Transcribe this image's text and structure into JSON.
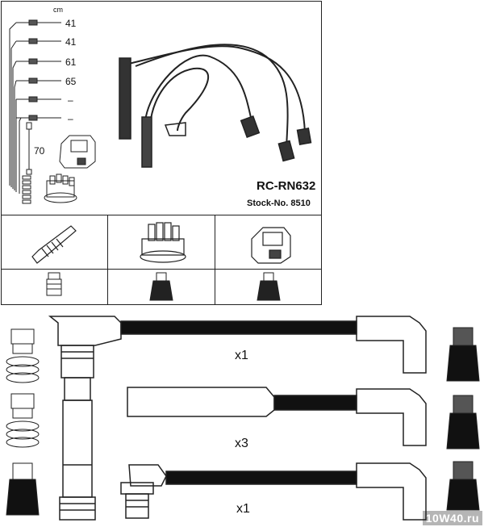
{
  "set": {
    "title": "RC-RN632",
    "stock": "Stock-No. 8510",
    "unit": "cm"
  },
  "legend": {
    "lengths": [
      "41",
      "41",
      "61",
      "65",
      "–",
      "–"
    ],
    "extra_length": "70"
  },
  "components": {
    "spark_plug": "spark-plug-icon",
    "distributor_cap": "distributor-cap-icon",
    "ignition_coil": "ignition-coil-icon"
  },
  "details": {
    "qty_top": "x1",
    "qty_mid": "x3",
    "qty_bottom": "x1"
  },
  "watermark": "10W40.ru"
}
